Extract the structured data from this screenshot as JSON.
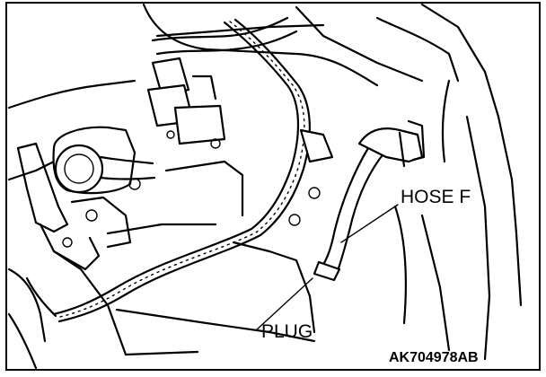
{
  "figure": {
    "labels": {
      "hose_f": "HOSE F",
      "plug": "PLUG",
      "figure_id": "AK704978AB"
    }
  }
}
